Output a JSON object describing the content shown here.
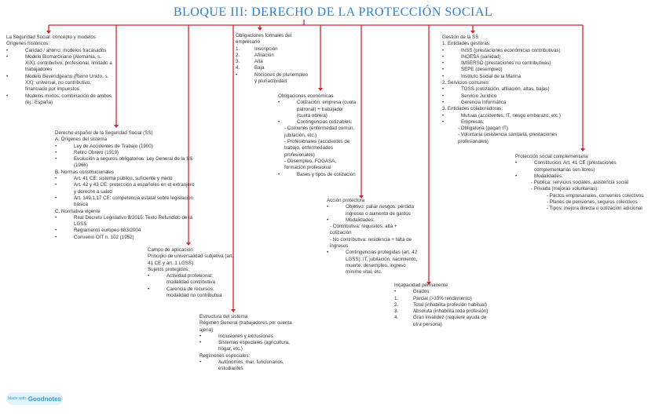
{
  "title": "BLOQUE III: DERECHO DE LA PROTECCIÓN SOCIAL",
  "colors": {
    "title": "#2f7fd6",
    "connector": "#d9232f",
    "text": "#333333",
    "badge_bg": "#e3f3fb",
    "badge_text": "#2f9fd0"
  },
  "nodes": {
    "concepto": {
      "heading": "La Seguridad Social: concepto y modelos",
      "subheading": "Orígenes históricos:",
      "items": [
        "Caridad / ahorro: modelos fracasados",
        "Modelo Bismarckiano (Alemania, s. XIX): contributivo, profesional, limitado a trabajadores",
        "Modelo Beveridgeano (Reino Unido, s. XX): universal, no contributivo, financiado por impuestos",
        "Modelos mixtos: combinación de ambos (ej.: España)"
      ]
    },
    "derecho_espanol": {
      "heading": "Derecho español de la Seguridad Social (SS)",
      "sections": [
        {
          "label": "A. Orígenes del sistema",
          "items": [
            "Ley de Accidentes de Trabajo (1900)",
            "Retiro Obrero (1919)",
            "Evolución a seguros obligatorios: Ley General de la SS (1966)"
          ]
        },
        {
          "label": "B. Normas constitucionales",
          "items": [
            "Art. 41 CE: sistema público, suficiente y mixto",
            "Art. 42 y 43 CE: protección a españoles en el extranjero y derecho a salud",
            "Art. 149.1.17 CE: competencia estatal sobre legislación básica"
          ]
        },
        {
          "label": "C. Normativa vigente",
          "items": [
            "Real Decreto Legislativo 8/2015: Texto Refundido de la LGSS",
            "Reglamento europeo 883/2004",
            "Convenio OIT n. 102 (1952)"
          ]
        }
      ]
    },
    "campo": {
      "heading": "Campo de aplicación",
      "lines": [
        "Principio de universalidad subjetiva (art. 41 CE y art. 1 LGSS)",
        "Sujetos protegidos:"
      ],
      "items": [
        "Actividad profesional: modalidad contributiva",
        "Carencia de recursos: modalidad no contributiva"
      ]
    },
    "estructura": {
      "heading": "Estructura del sistema",
      "line1": "Régimen General (trabajadores por cuenta ajena)",
      "items1": [
        "Inclusiones y exclusiones",
        "Sistemas especiales (agricultura, hogar, etc.)"
      ],
      "line2": "Regímenes especiales:",
      "items2": [
        "Autónomos, mar, funcionarios, estudiantes"
      ]
    },
    "obligaciones_formales": {
      "heading": "Obligaciones formales del empresario",
      "numbered": [
        {
          "n": "1.",
          "t": "Inscripción"
        },
        {
          "n": "2.",
          "t": "Afiliación"
        },
        {
          "n": "3.",
          "t": "Alta"
        },
        {
          "n": "4.",
          "t": "Baja"
        }
      ],
      "bullet": "Nociones de pluriempleo y pluriactividad"
    },
    "obligaciones_economicas": {
      "heading": "Obligaciones económicas",
      "item1": "Cotización: empresa (cuota patronal) + trabajador (cuota obrera)",
      "item2": "Contingencias cotizables:",
      "sub2": [
        "- Comunes (enfermedad común, jubilación, etc.)",
        "- Profesionales (accidentes de trabajo, enfermedades profesionales)",
        "- Desempleo, FOGASA, formación profesional"
      ],
      "item3": "Bases y tipos de cotización"
    },
    "accion_protectora": {
      "heading": "Acción protectora",
      "item1": "Objetivo: paliar riesgos: pérdida ingresos o aumento de gastos",
      "item2": "Modalidades:",
      "sub2": [
        "- Contributiva: requisitos: alta + cotización",
        "- No contributiva: residencia + falta de ingresos"
      ],
      "item3": "Contingencias protegidas (art. 42 LGSS): IT, jubilación, nacimiento, muerte, desempleo, ingreso mínimo vital, etc."
    },
    "incapacidad": {
      "heading": "Incapacidad permanente",
      "bullet": "Grados:",
      "numbered": [
        {
          "n": "1.",
          "t": "Parcial (>33% rendimiento)"
        },
        {
          "n": "2.",
          "t": "Total (inhabilita profesión habitual)"
        },
        {
          "n": "3.",
          "t": "Absoluta (inhabilita toda profesión)"
        },
        {
          "n": "4.",
          "t": "Gran invalidez (requiere ayuda de otra persona)"
        }
      ]
    },
    "gestion": {
      "heading": "Gestión de la SS",
      "s1": "1.   Entidades gestoras:",
      "s1_items": [
        "INSS (prestaciones económicas contributivas)",
        "INGESA (sanidad)",
        "IMSERSO (prestaciones no contributivas)",
        "SEPE (desempleo)",
        "Instituto Social de la Marina"
      ],
      "s2": "2. Servicios comunes:",
      "s2_items": [
        "TGSS (cotización, afiliación, altas, bajas)",
        "Servicio Jurídico",
        "Gerencia Informática"
      ],
      "s3": "3. Entidades colaboradoras:",
      "s3_items": [
        "Mutuas (accidentes, IT, riesgo embarazo, etc.)",
        "Empresas:"
      ],
      "s3_sub": [
        "- Obligatoria (pagan IT)",
        "- Voluntaria (asistencia sanitaria, prestaciones profesionales)"
      ]
    },
    "complementaria": {
      "heading": "Protección social complementaria",
      "item1": "Constitución: Art. 41 CE (prestaciones complementarias son libres)",
      "item2": "Modalidades:",
      "sub2": [
        "- Pública: servicios sociales, asistencia social",
        "- Privada (mejoras voluntarias):"
      ],
      "sub3": [
        "- Pactos empresariales, convenios colectivos",
        "- Planes de pensiones, seguros colectivos",
        "- Tipos: mejora directa o cotización adicional"
      ]
    }
  },
  "badge": {
    "prefix": "Made with",
    "brand": "Goodnotes"
  }
}
